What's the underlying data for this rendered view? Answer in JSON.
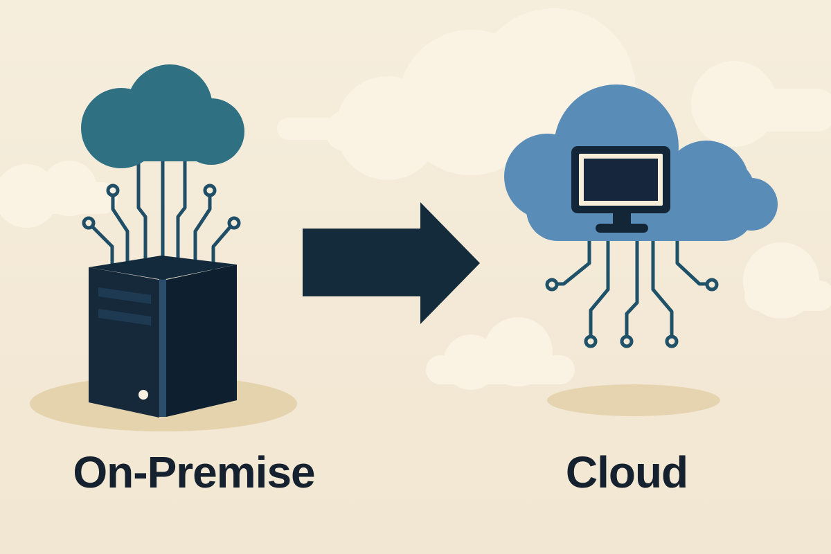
{
  "diagram": {
    "type": "concept-illustration",
    "title_visible": false,
    "nodes": [
      {
        "id": "on-premise",
        "label": "On-Premise",
        "icon": "server-tower-with-cloud-and-circuit-traces"
      },
      {
        "id": "cloud",
        "label": "Cloud",
        "icon": "cloud-with-monitor-and-circuit-traces"
      }
    ],
    "connector": {
      "type": "arrow",
      "direction": "right",
      "from": "on-premise",
      "to": "cloud"
    }
  },
  "labels": {
    "left": "On-Premise",
    "right": "Cloud"
  },
  "icons": {
    "left_cloud": "cloud-icon",
    "left_traces": "circuit-traces-icon",
    "server": "server-tower-icon",
    "connector": "arrow-right-icon",
    "right_cloud": "cloud-icon",
    "monitor": "monitor-icon",
    "right_traces": "circuit-traces-icon"
  },
  "colors": {
    "background_top": "#f6eedd",
    "background_mid": "#f3e9d6",
    "background_bottom": "#f2e7d2",
    "background_cloud": "#faf3e3",
    "shadow_left": "#e5d3ae",
    "shadow_right": "#e6d4b0",
    "left_cloud": "#2f7183",
    "circuit_left": "#1f4e66",
    "server_front": "#16293b",
    "server_side": "#0e2030",
    "server_top": "#122a3c",
    "server_edge": "#2a4e6b",
    "server_slat": "#1d3a52",
    "server_led": "#f7f0e1",
    "arrow": "#132b3b",
    "right_cloud": "#5a8cb8",
    "circuit_right": "#1f5169",
    "monitor_frame": "#132638",
    "monitor_border": "#f7eed9",
    "monitor_screen": "#16263d",
    "label_text": "#16212f"
  }
}
